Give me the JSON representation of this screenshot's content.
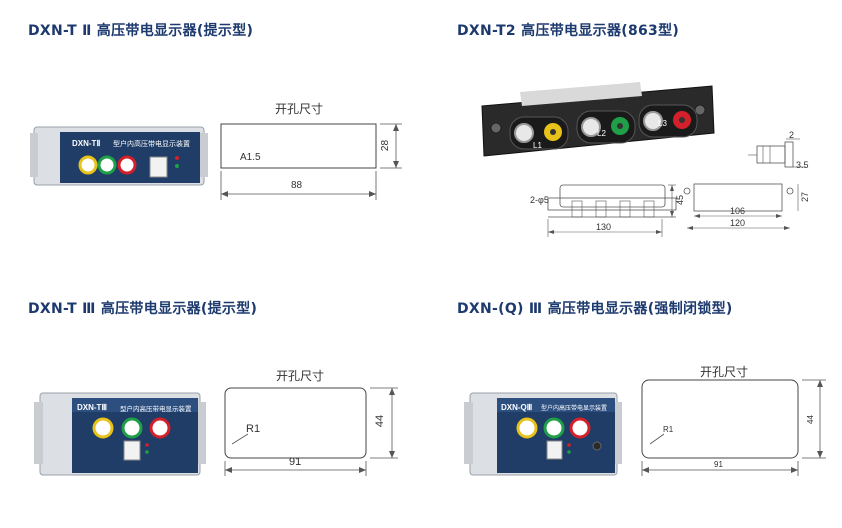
{
  "panels": [
    {
      "title": "DXN-T Ⅱ 高压带电显示器(提示型)",
      "device_label": "DXN-TⅡ",
      "device_subtitle": "型户内高压带电显示装置",
      "cutout_title": "开孔尺寸",
      "cutout_note": "A1.5",
      "width_dim": "88",
      "height_dim": "28"
    },
    {
      "title": "DXN-T2 高压带电显示器(863型)",
      "phase_labels": [
        "L1",
        "L2",
        "L3"
      ],
      "dims": [
        "2",
        "3.5",
        "2-φ5",
        "45",
        "130",
        "27",
        "106",
        "120"
      ]
    },
    {
      "title": "DXN-T Ⅲ 高压带电显示器(提示型)",
      "device_label": "DXN-TⅢ",
      "device_subtitle": "型户内高压带电显示装置",
      "cutout_title": "开孔尺寸",
      "radius": "R1",
      "width_dim": "91",
      "height_dim": "44"
    },
    {
      "title": "DXN-(Q) Ⅲ 高压带电显示器(强制闭锁型)",
      "device_label": "DXN-QⅢ",
      "device_subtitle": "型户内高压带电显示装置",
      "cutout_title": "开孔尺寸",
      "radius": "R1",
      "width_dim": "91",
      "height_dim": "44"
    }
  ],
  "colors": {
    "title": "#1d3a6e",
    "panel_face": "#1f3d66",
    "led_yellow": "#e6c21a",
    "led_green": "#1fa048",
    "led_red": "#d4202a"
  }
}
